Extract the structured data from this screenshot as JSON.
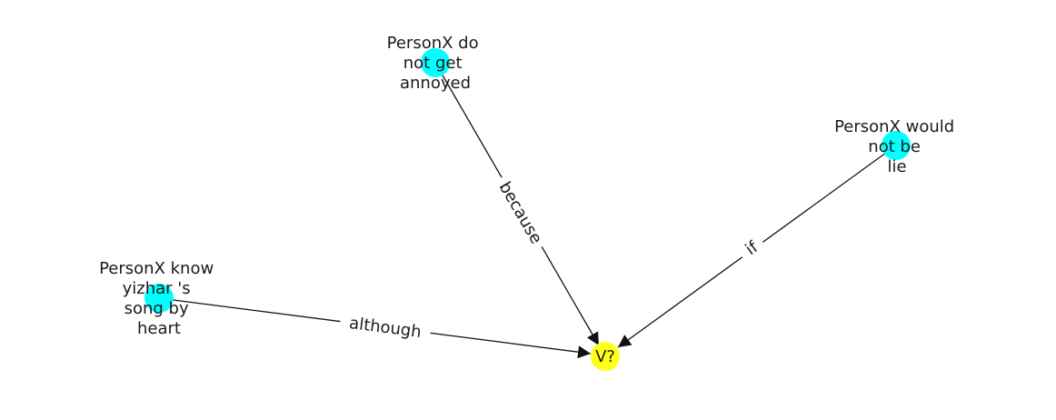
{
  "graph": {
    "colors": {
      "source_node": "#00ffff",
      "target_node": "#ffff1a",
      "edge": "#111111",
      "label_halo": "#ffffff"
    },
    "nodes": {
      "n_annoyed": {
        "lines": [
          "PersonX do",
          "not get",
          "annoyed"
        ]
      },
      "n_lie": {
        "lines": [
          "PersonX would",
          "not be",
          "lie"
        ]
      },
      "n_know": {
        "lines": [
          "PersonX know",
          "yizhar 's",
          "song by",
          "heart"
        ]
      },
      "n_target": {
        "lines": [
          "V?"
        ]
      }
    },
    "edges": [
      {
        "from": "n_annoyed",
        "to": "n_target",
        "label": "because"
      },
      {
        "from": "n_lie",
        "to": "n_target",
        "label": "if"
      },
      {
        "from": "n_know",
        "to": "n_target",
        "label": "although"
      }
    ]
  }
}
